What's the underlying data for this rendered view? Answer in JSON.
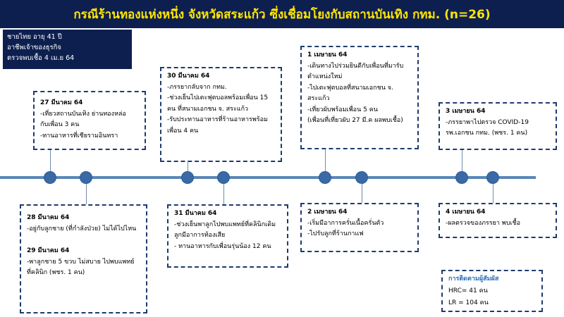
{
  "title": "กรณีร้านทองแห่งหนึ่ง จังหวัดสระแก้ว ซึ่งเชื่อมโยงกับสถานบันเทิง กทม. (n=26)",
  "case_info": [
    "ชายไทย อายุ 41 ปี",
    "อาชีพเจ้าของธุรกิจ",
    "ตรวจพบเชื้อ 4 เม.ย 64"
  ],
  "events": [
    {
      "date": "27 มีนาคม 64",
      "lines": [
        "-เที่ยวสถานบันเทิง ย่านทองหล่อ",
        "กับเพื่อน 3 คน",
        "-ทานอาหารที่เชียรามอินทรา"
      ]
    },
    {
      "date": "28 มีนาคม 64",
      "lines": [
        "-อยู่กับลูกชาย (ที่กำลังป่วย) ไม่ได้ไปไหน"
      ]
    },
    {
      "date": "29 มีนาคม 64",
      "lines": [
        "-พาลูกชาย 5 ขวบ ไม่สบาย ไปพบแพทย์",
        "ที่คลินิก (พชร. 1 คน)"
      ]
    },
    {
      "date": "30 มีนาคม 64",
      "lines": [
        "-ภรรยากลับจาก กทม.",
        "-ช่วงเย็นไปเตะฟุตบอลพร้อมเพื่อน 15",
        "คน ที่สนามเอกชน จ. สระแก้ว",
        "-รับประทานอาหารที่ร้านอาหารพร้อม",
        "เพื่อน 4 คน"
      ]
    },
    {
      "date": "31 มีนาคม 64",
      "lines": [
        "-ช่วงเย็นพาลูกไปพบแพทย์ที่คลินิกเดิม",
        "ลูกมีอาการท้องเสีย",
        "- ทานอาหารกับเพื่อนรุ่นน้อง 12 คน"
      ]
    },
    {
      "date": "1 เมษายน 64",
      "lines": [
        "-เดินทางไปร่วมยินดีกับเพื่อนที่มารับ",
        "ตำแหน่งใหม่",
        "-ไปเตะฟุตบอลที่สนามเอกชน จ.",
        "สระแก้ว",
        "-เที่ยวผับพร้อมเพื่อน 5 คน",
        "(เพื่อนที่เที่ยวผับ 27 มี.ค ผลพบเชื้อ)"
      ]
    },
    {
      "date": "2 เมษายน 64",
      "lines": [
        "-เริ่มมีอาการครั่นเนื้อครั่นตัว",
        "-ไปรับลูกที่ร้านกาแฟ"
      ]
    },
    {
      "date": "3 เมษายน 64",
      "lines": [
        "-ภรรยาพาไปตรวจ COVID-19",
        "รพ.เอกชน กทม. (พชร. 1 คน)"
      ]
    },
    {
      "date": "4 เมษายน 64",
      "lines": [
        "-ผลตรวจของภรรยา พบเชื้อ"
      ]
    }
  ],
  "contact_summary": {
    "title": "การติดตามผู้สัมผัส",
    "lines": [
      "HRC= 41 คน",
      "LR = 104 คน"
    ]
  },
  "colors": {
    "title_bg": "#0d1f4f",
    "title_text": "#ffe600",
    "timeline": "#5b86b8",
    "dot": "#3a6aa6",
    "border": "#1f3a6e"
  }
}
